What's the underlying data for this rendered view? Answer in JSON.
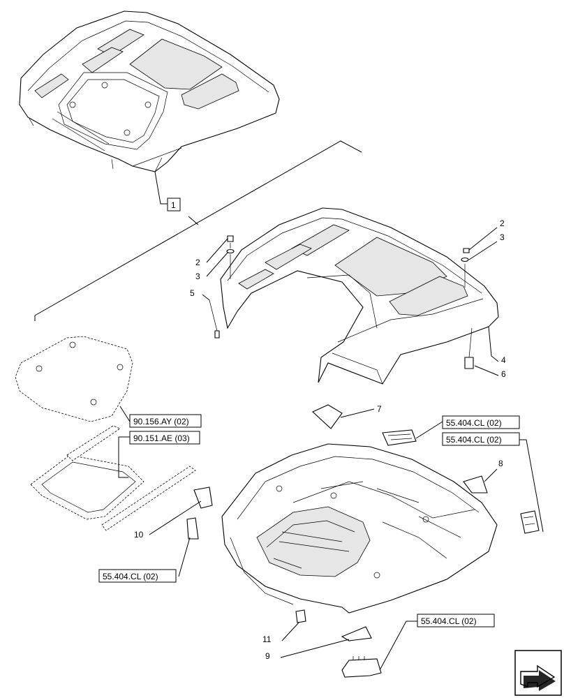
{
  "diagram": {
    "item_numbers": {
      "n1": "1",
      "n2a": "2",
      "n3a": "3",
      "n5": "5",
      "n2b": "2",
      "n3b": "3",
      "n4": "4",
      "n6": "6",
      "n7": "7",
      "n8": "8",
      "n9": "9",
      "n10": "10",
      "n11": "11"
    },
    "references": {
      "ref_90_156": "90.156.AY (02)",
      "ref_90_151": "90.151.AE (03)",
      "ref_55_a": "55.404.CL (02)",
      "ref_55_b": "55.404.CL (02)",
      "ref_55_c": "55.404.CL (02)",
      "ref_55_d": "55.404.CL (02)"
    },
    "icons": {
      "nav": "next-page-arrow-icon"
    }
  }
}
